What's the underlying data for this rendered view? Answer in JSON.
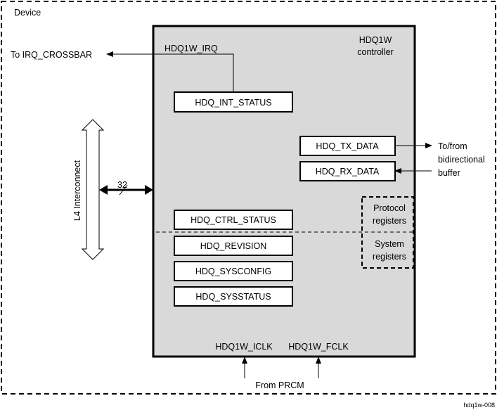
{
  "device_label": "Device",
  "controller": {
    "line1": "HDQ1W",
    "line2": "controller"
  },
  "irq": {
    "signal": "HDQ1W_IRQ",
    "destination": "To IRQ_CROSSBAR"
  },
  "registers": {
    "int_status": "HDQ_INT_STATUS",
    "tx_data": "HDQ_TX_DATA",
    "rx_data": "HDQ_RX_DATA",
    "ctrl_status": "HDQ_CTRL_STATUS",
    "revision": "HDQ_REVISION",
    "sysconfig": "HDQ_SYSCONFIG",
    "sysstatus": "HDQ_SYSSTATUS"
  },
  "buffer": {
    "line1": "To/from",
    "line2": "bidirectional",
    "line3": "buffer"
  },
  "interconnect": {
    "label": "L4 Interconnect",
    "bus_width": "32"
  },
  "groups": {
    "protocol": {
      "line1": "Protocol",
      "line2": "registers"
    },
    "system": {
      "line1": "System",
      "line2": "registers"
    }
  },
  "clocks": {
    "iclk": "HDQ1W_ICLK",
    "fclk": "HDQ1W_FCLK",
    "source": "From PRCM"
  },
  "figure_id": "hdq1w-008"
}
